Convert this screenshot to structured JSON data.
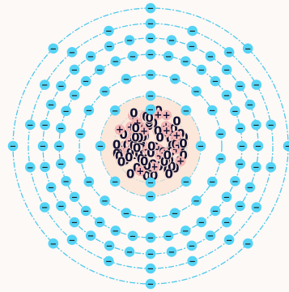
{
  "diagram": {
    "subject": "Atom model",
    "shells": [
      {
        "electrons": 2
      },
      {
        "electrons": 8
      },
      {
        "electrons": 18
      },
      {
        "electrons": 32
      },
      {
        "electrons": 32
      },
      {
        "electrons": 18
      },
      {
        "electrons": 8
      }
    ],
    "electron_symbol": "−",
    "nucleus": {
      "protons": 118,
      "neutron_symbol": "0",
      "proton_symbol": "+"
    },
    "colors": {
      "shell": "#4fc9ea",
      "electron": "#55d3f5",
      "proton": "#f4b9b9",
      "neutron": "#fde7df",
      "nucleus_glow": "#fbe2d0",
      "background": "#fdf9f7"
    }
  }
}
